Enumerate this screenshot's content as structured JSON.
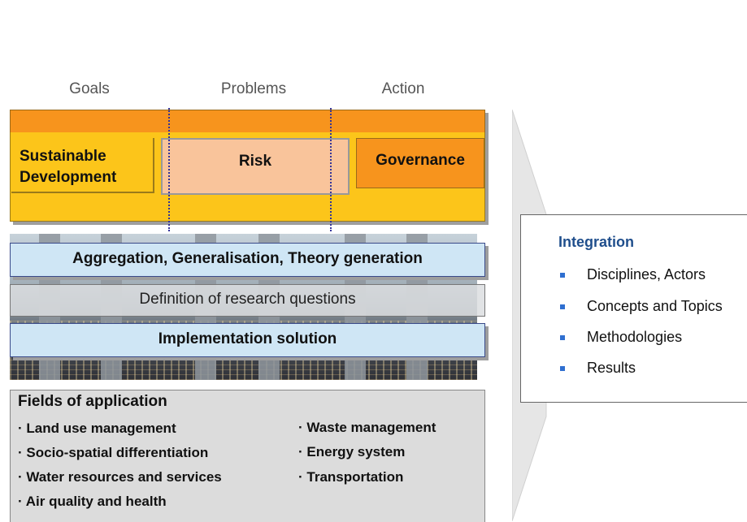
{
  "columns": {
    "goals": "Goals",
    "problems": "Problems",
    "action": "Action"
  },
  "boxes": {
    "sustainable_line1": "Sustainable",
    "sustainable_line2": "Development",
    "risk": "Risk",
    "governance": "Governance"
  },
  "bars": {
    "aggregation": "Aggregation, Generalisation, Theory generation",
    "definition": "Definition of research questions",
    "implementation": "Implementation solution"
  },
  "fields": {
    "title": "Fields of application",
    "left": [
      "Land use management",
      "Socio-spatial differentiation",
      "Water resources and services",
      "Air quality and health"
    ],
    "right": [
      "Waste management",
      "Energy system",
      "Transportation"
    ]
  },
  "integration": {
    "title": "Integration",
    "items": [
      "Disciplines, Actors",
      "Concepts and Topics",
      "Methodologies",
      "Results"
    ]
  },
  "colors": {
    "orange": "#f7941d",
    "yellow": "#fcc51a",
    "risk": "#f9c49b",
    "bar_blue": "#cfe6f5",
    "integration_title": "#1f4e8c"
  }
}
